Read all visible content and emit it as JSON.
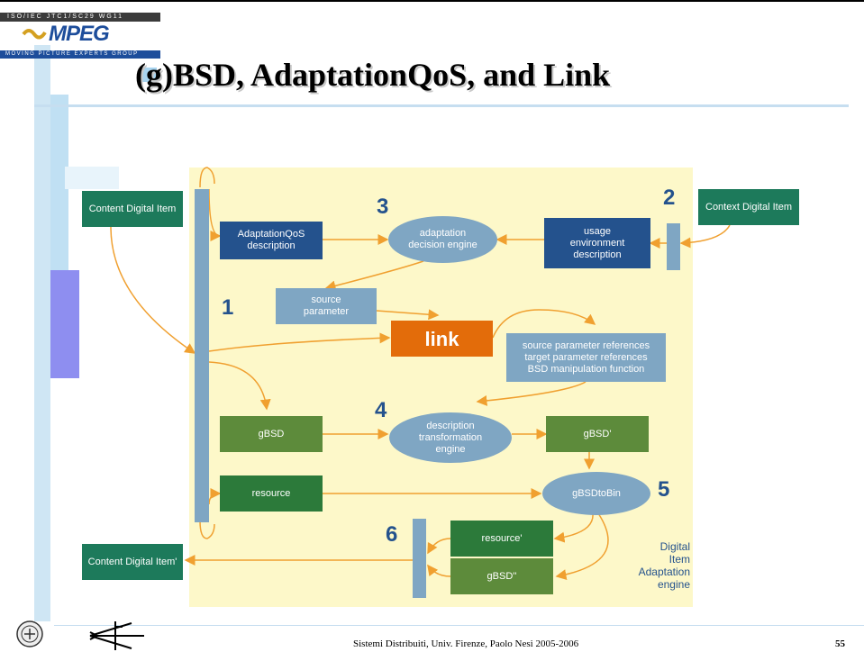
{
  "slide": {
    "title": "(g)BSD, AdaptationQoS, and Link",
    "footer_text": "Sistemi Distribuiti, Univ. Firenze, Paolo Nesi 2005-2006",
    "page_number": "55"
  },
  "logo": {
    "header_text": "ISO/IEC JTC1/SC29 WG11",
    "name": "MPEG",
    "tagline": "MOVING PICTURE EXPERTS GROUP"
  },
  "diagram": {
    "content_item": "Content Digital Item",
    "context_item": "Context Digital Item",
    "aqos_line1": "AdaptationQoS",
    "aqos_line2": "description",
    "decision_line1": "adaptation",
    "decision_line2": "decision engine",
    "usage_line1": "usage",
    "usage_line2": "environment",
    "usage_line3": "description",
    "source_line1": "source",
    "source_line2": "parameter",
    "link": "link",
    "refs_line1": "source parameter references",
    "refs_line2": "target parameter references",
    "refs_line3": "BSD manipulation function",
    "gbsd": "gBSD",
    "desc_line1": "description",
    "desc_line2": "transformation",
    "desc_line3": "engine",
    "gbsd_prime": "gBSD'",
    "resource": "resource",
    "gbsdtobin": "gBSDtoBin",
    "resource_prime": "resource'",
    "gbsd_dprime": "gBSD''",
    "content_item_prime": "Content Digital Item'",
    "dia_line1": "Digital",
    "dia_line2": "Item",
    "dia_line3": "Adaptation",
    "dia_line4": "engine",
    "num1": "1",
    "num2": "2",
    "num3": "3",
    "num4": "4",
    "num5": "5",
    "num6": "6"
  },
  "colors": {
    "teal": "#1d7a5b",
    "navy": "#24528d",
    "light_blue": "#7fa6c3",
    "green": "#5d8b3b",
    "orange": "#e36c0a",
    "diagram_bg": "#fdf8c9",
    "arrow": "#f0a030"
  }
}
